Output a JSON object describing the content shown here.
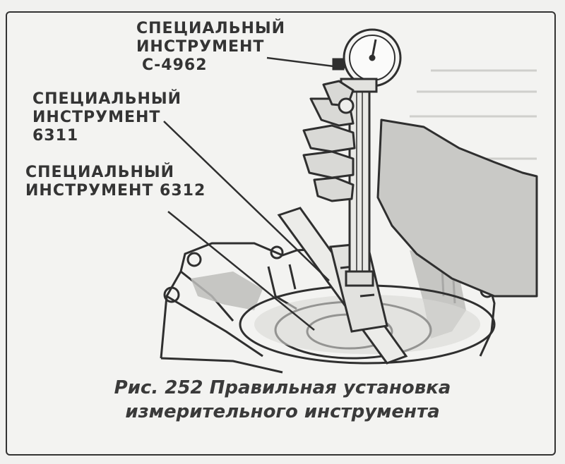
{
  "labels": {
    "c4962": {
      "line1": "СПЕЦИАЛЬНЫЙ",
      "line2": "ИНСТРУМЕНТ",
      "line3": "С-4962"
    },
    "t6311": {
      "line1": "СПЕЦИАЛЬНЫЙ",
      "line2": "ИНСТРУМЕНТ",
      "line3": "6311"
    },
    "t6312": {
      "line1": "СПЕЦИАЛЬНЫЙ",
      "line2": "ИНСТРУМЕНТ 6312"
    }
  },
  "caption": {
    "line1": "Рис. 252 Правильная установка",
    "line2": "измерительного инструмента"
  }
}
